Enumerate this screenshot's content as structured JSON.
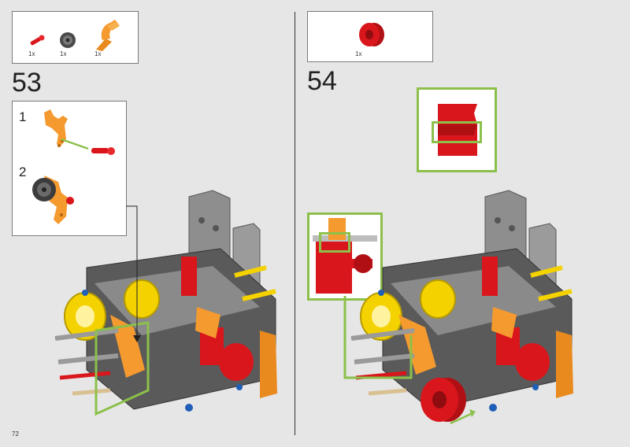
{
  "page": {
    "number": "72"
  },
  "steps": [
    {
      "number": "53",
      "parts": [
        {
          "qty": "1x",
          "icon": "red-axle-pin-icon"
        },
        {
          "qty": "1x",
          "icon": "dark-gray-bush-icon"
        },
        {
          "qty": "1x",
          "icon": "orange-fork-icon"
        }
      ],
      "substeps": [
        {
          "number": "1"
        },
        {
          "number": "2"
        }
      ]
    },
    {
      "number": "54",
      "parts": [
        {
          "qty": "1x",
          "icon": "red-wheel-hub-icon"
        }
      ]
    }
  ],
  "colors": {
    "callout": "#8cc04b",
    "orange": "#f59a2f",
    "red": "#d9161c",
    "yellow": "#f4d200",
    "gray": "#8e8e8e",
    "dark": "#3c3c3c",
    "blue": "#1f5fb8"
  }
}
